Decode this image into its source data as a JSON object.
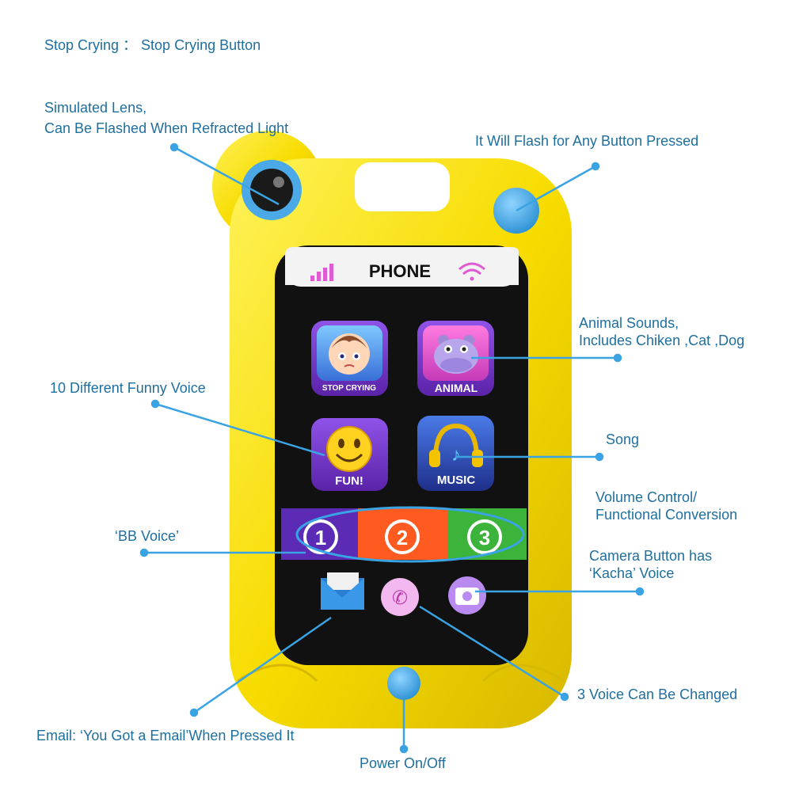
{
  "labels": {
    "stop_crying": "Stop Crying ： Stop Crying Button",
    "lens_line1": "Simulated Lens,",
    "lens_line2": "Can Be Flashed When Refracted Light",
    "flash": "It Will Flash for Any Button Pressed",
    "animal_line1": "Animal Sounds,",
    "animal_line2": "Includes Chiken ,Cat ,Dog",
    "funny_voice": "10 Different Funny Voice",
    "song": "Song",
    "volume_line1": "Volume Control/",
    "volume_line2": "Functional Conversion",
    "bb_voice": "‘BB Voice’",
    "camera_line1": "Camera Button has",
    "camera_line2": "‘Kacha’ Voice",
    "voice_changed": "3 Voice Can Be Changed",
    "email": "Email: ‘You Got a Email’When Pressed It",
    "power": "Power On/Off"
  },
  "phone": {
    "header": "PHONE",
    "apps": {
      "stop_crying": "STOP CRYING",
      "animal": "ANIMAL",
      "fun": "FUN!",
      "music": "MUSIC"
    },
    "number_keys": [
      "1",
      "2",
      "3"
    ]
  },
  "colors": {
    "label_text": "#1f6f9e",
    "callout_line": "#3aa3e3",
    "body_yellow": "#f7dc00",
    "button_blue": "#3fa9e8",
    "key1": "#5b2bb5",
    "key2": "#ff5a1f",
    "key3": "#3cb43c",
    "app_purple": "#7a3ccf"
  },
  "icons": [
    "signal-bars-icon",
    "wifi-icon",
    "baby-face-icon",
    "hippo-icon",
    "smiley-icon",
    "headphones-icon",
    "envelope-icon",
    "phone-handset-icon",
    "camera-icon"
  ]
}
